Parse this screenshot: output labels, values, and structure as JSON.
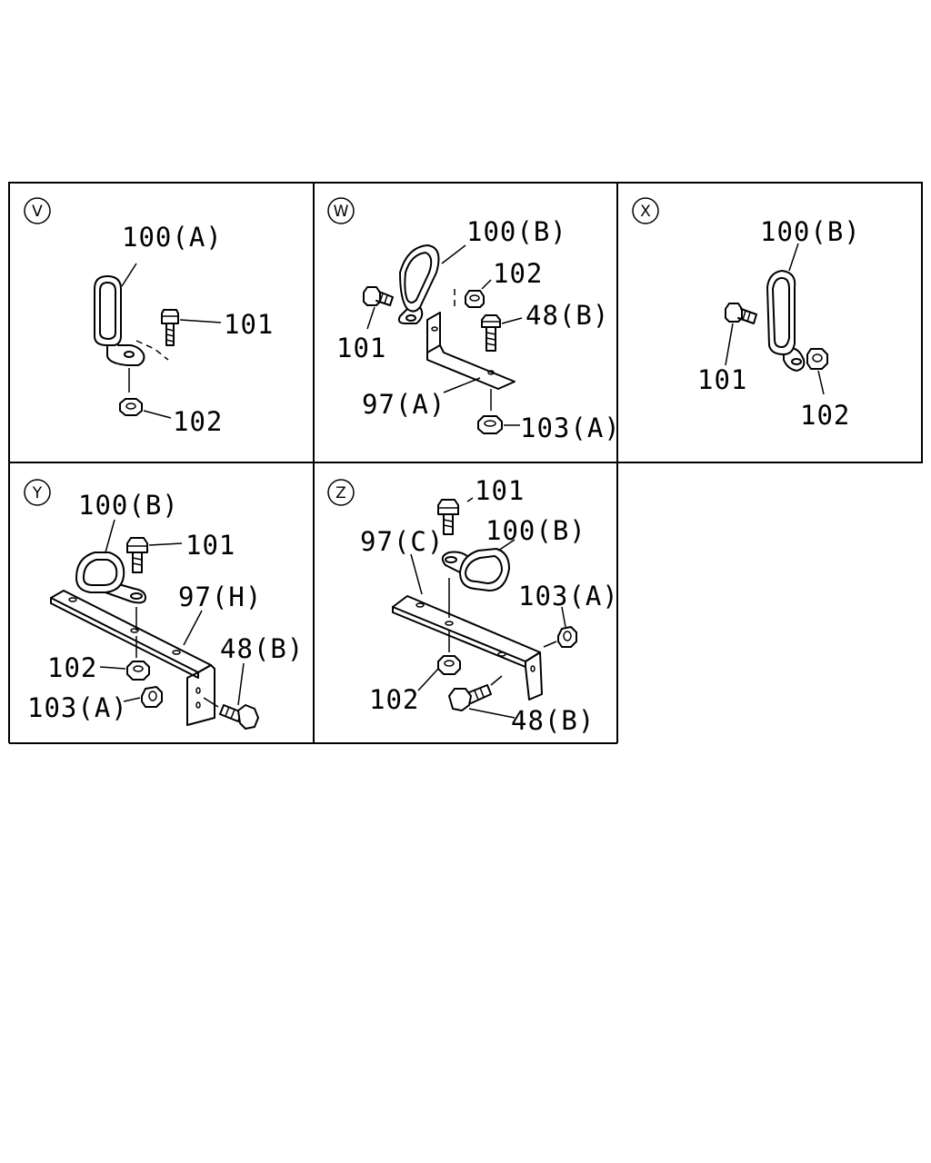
{
  "panels": [
    {
      "id": "V",
      "labels": [
        "100(A)",
        "101",
        "102"
      ]
    },
    {
      "id": "W",
      "labels": [
        "100(B)",
        "102",
        "48(B)",
        "101",
        "97(A)",
        "103(A)"
      ]
    },
    {
      "id": "X",
      "labels": [
        "100(B)",
        "101",
        "102"
      ]
    },
    {
      "id": "Y",
      "labels": [
        "100(B)",
        "101",
        "97(H)",
        "48(B)",
        "102",
        "103(A)"
      ]
    },
    {
      "id": "Z",
      "labels": [
        "101",
        "97(C)",
        "100(B)",
        "103(A)",
        "102",
        "48(B)"
      ]
    }
  ]
}
